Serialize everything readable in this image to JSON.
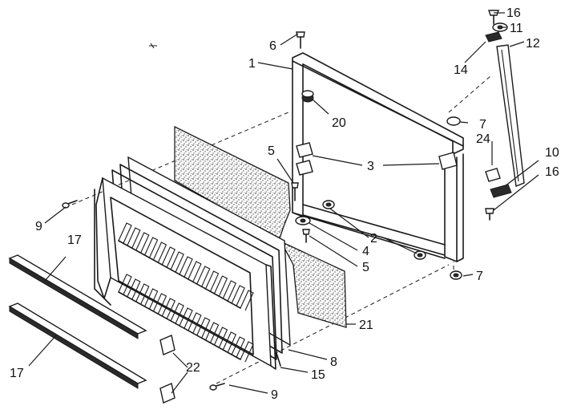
{
  "labels": {
    "l16a": "16",
    "l11": "11",
    "l12": "12",
    "l14": "14",
    "l6": "6",
    "l1": "1",
    "l20": "20",
    "l7a": "7",
    "l24": "24",
    "l10": "10",
    "l16b": "16",
    "l5a": "5",
    "l3": "3",
    "l2": "2",
    "l4": "4",
    "l5b": "5",
    "l7b": "7",
    "l9a": "9",
    "l17a": "17",
    "l17b": "17",
    "l21": "21",
    "l8": "8",
    "l22": "22",
    "l15": "15",
    "l9b": "9"
  },
  "colors": {
    "ink": "#1a1a1a",
    "paper": "#ffffff"
  }
}
